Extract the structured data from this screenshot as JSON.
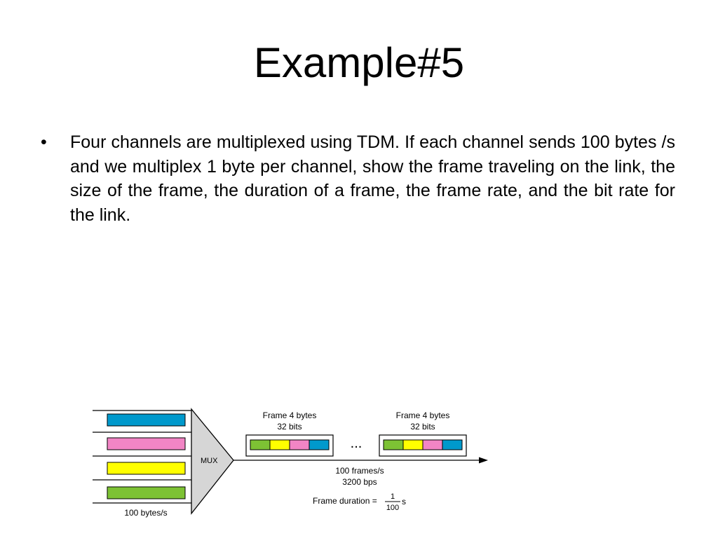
{
  "slide": {
    "title": "Example#5",
    "bullet_symbol": "•",
    "bullet_text": "Four channels are multiplexed using TDM. If each channel sends 100 bytes /s and we multiplex 1 byte per channel, show the frame traveling on the link, the size of the frame, the duration of a frame, the frame rate, and the bit rate for the link."
  },
  "diagram": {
    "mux_label": "MUX",
    "input_rate_label": "100 bytes/s",
    "frames": [
      {
        "line1": "Frame 4 bytes",
        "line2": "32 bits"
      },
      {
        "line1": "Frame 4 bytes",
        "line2": "32 bits"
      }
    ],
    "ellipsis": "...",
    "frame_rate_label": "100 frames/s",
    "bit_rate_label": "3200 bps",
    "frame_duration_label": "Frame duration =",
    "frame_duration_numerator": "1",
    "frame_duration_denominator": "100",
    "frame_duration_unit": "s",
    "colors": {
      "channel_blue": "#0099cc",
      "channel_pink": "#f285c5",
      "channel_yellow": "#ffff00",
      "channel_green": "#7dc234",
      "mux_fill": "#d6d6d6",
      "outline": "#000000"
    },
    "input_channels_top_to_bottom": [
      "blue",
      "pink",
      "yellow",
      "green"
    ],
    "frame_slots_left_to_right": [
      "green",
      "yellow",
      "pink",
      "blue"
    ]
  }
}
